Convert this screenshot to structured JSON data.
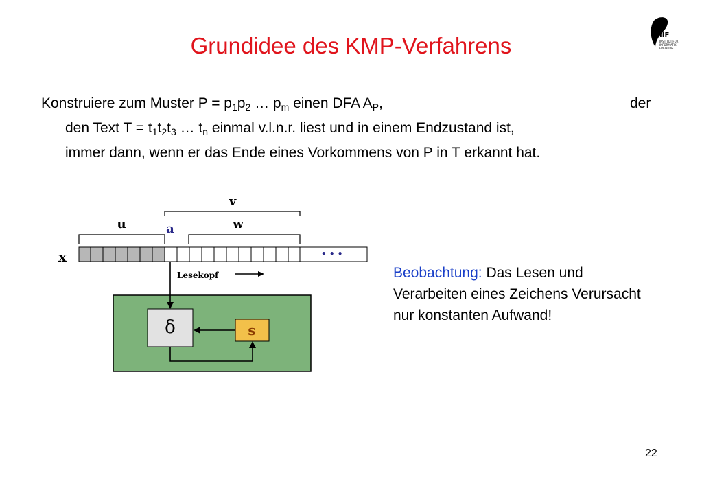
{
  "slide": {
    "title": "Grundidee des KMP-Verfahrens",
    "page_number": "22",
    "logo_text": "IIF INSTITUT FÜR INFORMATIK FREIBURG"
  },
  "statement": {
    "l1_a": "Konstruiere zum Muster P = p",
    "l1_s1": "1",
    "l1_b": "p",
    "l1_s2": "2",
    "l1_c": " … p",
    "l1_s3": "m",
    "l1_d": "  einen DFA A",
    "l1_s4": "P",
    "l1_e": ",",
    "l1_der": "der",
    "l2_a": "den Text T = t",
    "l2_s1": "1",
    "l2_b": "t",
    "l2_s2": "2",
    "l2_c": "t",
    "l2_s3": "3",
    "l2_d": " … t",
    "l2_s4": "n",
    "l2_e": " einmal v.l.n.r. liest und in einem Endzustand ist,",
    "l3": "immer dann, wenn er das Ende eines Vorkommens von P in T erkannt hat."
  },
  "diagram": {
    "label_v": "v",
    "label_u": "u",
    "label_a": "a",
    "label_w": "w",
    "label_x": "x",
    "ellipsis": "• • •",
    "lesekopf": "Lesekopf",
    "delta": "δ",
    "state": "s",
    "colors": {
      "green_box": "#7db37a",
      "delta_box": "#e2e2e2",
      "state_box": "#f2c04a",
      "tape_gray": "#b7b7b7",
      "a_color": "#2a2a8a"
    }
  },
  "observation": {
    "label": "Beobachtung:",
    "text": " Das Lesen und Verarbeiten eines Zeichens Verursacht nur konstanten Aufwand!"
  }
}
